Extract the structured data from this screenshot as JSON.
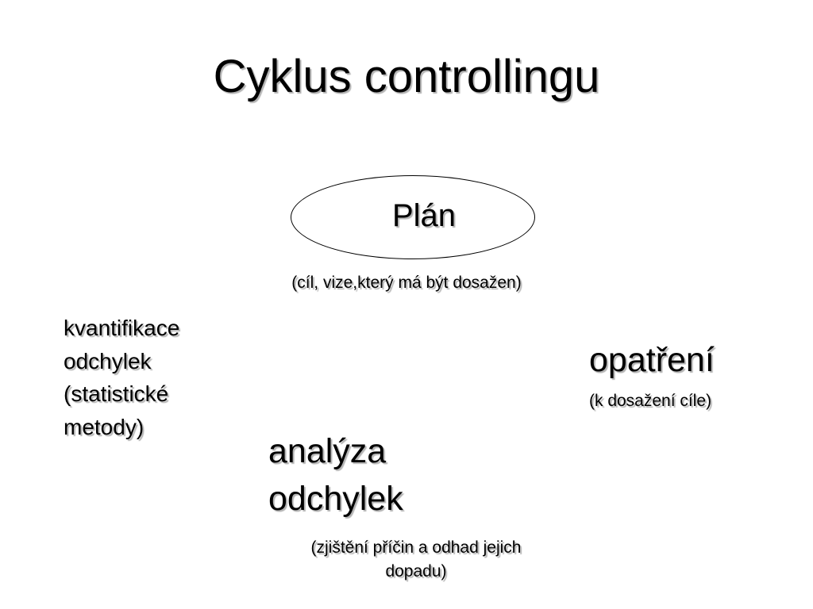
{
  "slide": {
    "title": "Cyklus controllingu",
    "plan": {
      "label": "Plán",
      "note": "(cíl, vize,který má být dosažen)"
    },
    "kvantifikace": {
      "lines": [
        "kvantifikace",
        "odchylek",
        "(statistické",
        "metody)"
      ]
    },
    "opatreni": {
      "label": "opatření",
      "note": "(k dosažení cíle)"
    },
    "analyza": {
      "lines": [
        "analýza",
        "odchylek"
      ],
      "note_lines": [
        "(zjištění příčin a odhad jejich",
        "dopadu)"
      ]
    }
  }
}
